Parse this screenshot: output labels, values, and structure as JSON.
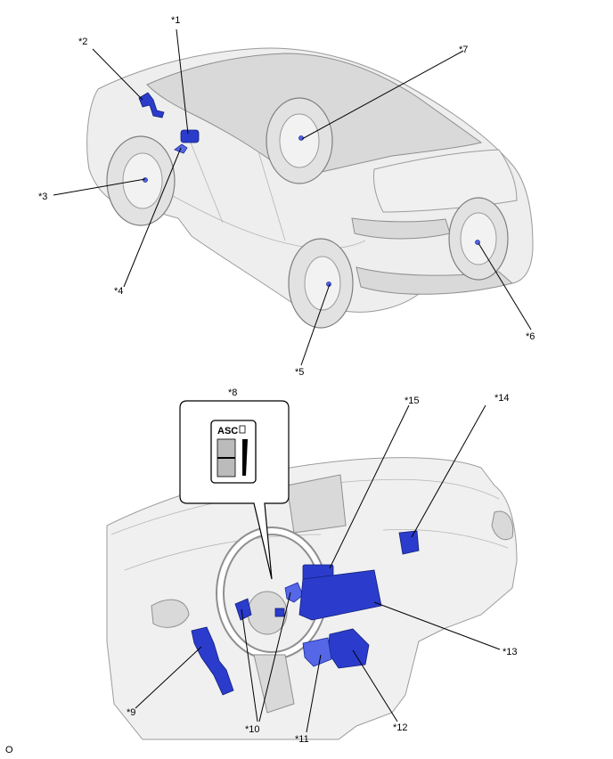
{
  "callouts": {
    "c1": "*1",
    "c2": "*2",
    "c3": "*3",
    "c4": "*4",
    "c5": "*5",
    "c6": "*6",
    "c7": "*7",
    "c8": "*8",
    "c9": "*9",
    "c10": "*10",
    "c11": "*11",
    "c12": "*12",
    "c13": "*13",
    "c14": "*14",
    "c15": "*15"
  },
  "switch_inset": {
    "label": "ASC"
  },
  "figure_code": "O",
  "colors": {
    "part_highlight": "#2b3ccc",
    "vehicle_body": "#eeeeee",
    "outline": "#9a9a9a"
  }
}
